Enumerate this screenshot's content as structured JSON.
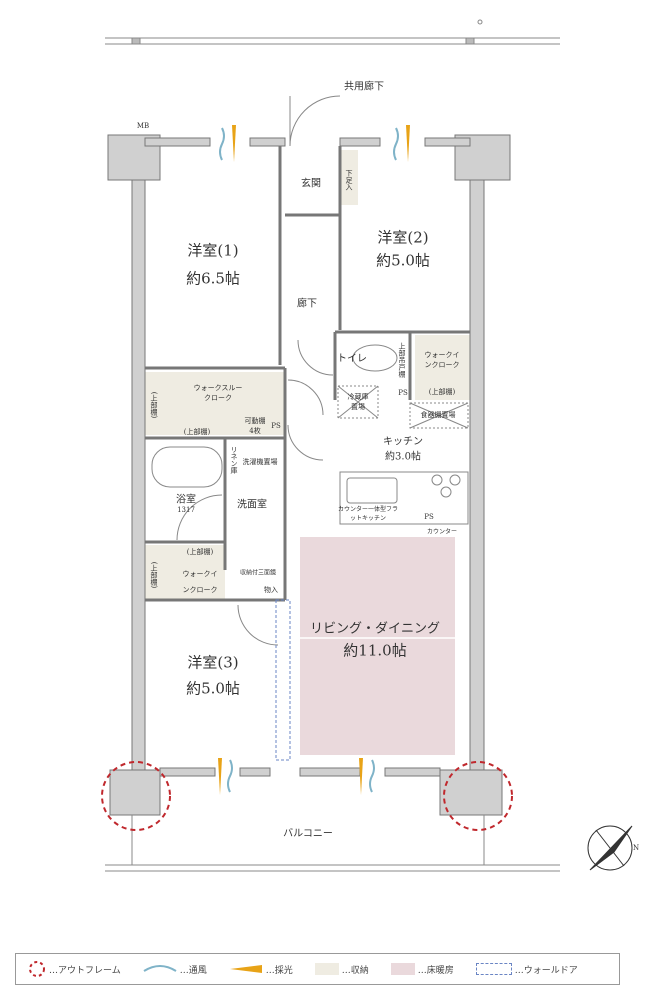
{
  "top_labels": {
    "common_corridor": "共用廊下",
    "mb": "MB"
  },
  "rooms": {
    "western1": {
      "name": "洋室(1)",
      "size": "約6.5帖"
    },
    "western2": {
      "name": "洋室(2)",
      "size": "約5.0帖"
    },
    "western3": {
      "name": "洋室(3)",
      "size": "約5.0帖"
    },
    "entrance": "玄関",
    "shoe_storage": "下足入",
    "hallway": "廊下",
    "toilet": "トイレ",
    "toilet_shelf": "上部吊戸棚",
    "wic_upper": "ウォークインクローク",
    "walkthrough_closet": "ウォークスルークローク",
    "upper_shelf": "(上部棚)",
    "movable_shelf": "可動棚4枚",
    "ps": "PS",
    "fridge": "冷蔵庫置場",
    "cupboard": "食器棚置場",
    "kitchen": {
      "name": "キッチン",
      "size": "約3.0帖"
    },
    "counter_kitchen": "カウンター一体型フラットキッチン",
    "counter": "カウンター",
    "linen": "リネン庫",
    "washer": "洗濯機置場",
    "bath": {
      "name": "浴室",
      "size": "1317"
    },
    "washroom": "洗面室",
    "vanity": "収納付三面鏡",
    "wic_lower": "ウォークインクローク",
    "storage": "物入",
    "ld": {
      "name": "リビング・ダイニング",
      "size": "約11.0帖"
    },
    "balcony": "バルコニー"
  },
  "compass": {
    "label": "N"
  },
  "legend": [
    {
      "icon": "outframe-circle-icon",
      "label": "…アウトフレーム"
    },
    {
      "icon": "ventilation-wave-icon",
      "label": "…通風",
      "color": "#7fb3c8"
    },
    {
      "icon": "daylight-wedge-icon",
      "label": "…採光",
      "color": "#e8a317"
    },
    {
      "icon": "storage-swatch",
      "label": "…収納",
      "color": "#efece2"
    },
    {
      "icon": "floor-heating-swatch",
      "label": "…床暖房",
      "color": "#ead9dc"
    },
    {
      "icon": "wall-door-dashed-icon",
      "label": "…ウォールドア",
      "color": "#6a85c4"
    }
  ],
  "colors": {
    "storage": "#efece2",
    "floor_heating": "#ead9dc",
    "wall": "#c8c8c8",
    "outframe": "#c0282d"
  }
}
